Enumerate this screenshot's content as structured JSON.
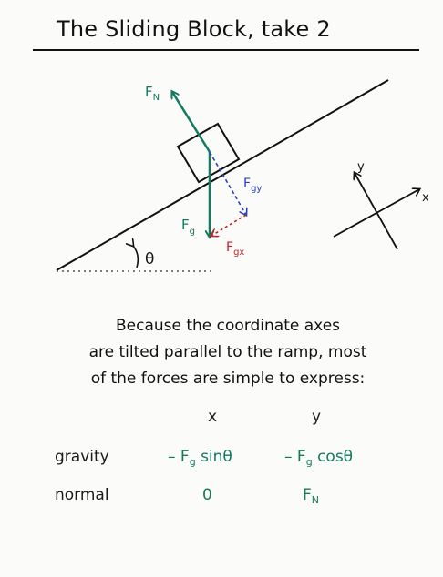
{
  "title": "The Sliding Block, take 2",
  "labels": {
    "normal_force": "F",
    "normal_force_sub": "N",
    "gravity_force": "F",
    "gravity_force_sub": "g",
    "gravity_y": "F",
    "gravity_y_sub": "gy",
    "gravity_x": "F",
    "gravity_x_sub": "gx",
    "angle": "θ",
    "axis_x": "x",
    "axis_y": "y"
  },
  "paragraph": {
    "line1": "Because the coordinate axes",
    "line2": "are tilted parallel to the ramp, most",
    "line3": "of the forces are simple to express:"
  },
  "table": {
    "header_x": "x",
    "header_y": "y",
    "rows": [
      {
        "name": "gravity",
        "x_prefix": "– F",
        "x_sub": "g",
        "x_suffix": " sinθ",
        "y_prefix": "– F",
        "y_sub": "g",
        "y_suffix": " cosθ"
      },
      {
        "name": "normal",
        "x_prefix": "0",
        "x_sub": "",
        "x_suffix": "",
        "y_prefix": "F",
        "y_sub": "N",
        "y_suffix": ""
      }
    ]
  },
  "colors": {
    "ink": "#111111",
    "green": "#137a60",
    "blue": "#2a3fc4",
    "red": "#c4212a"
  }
}
